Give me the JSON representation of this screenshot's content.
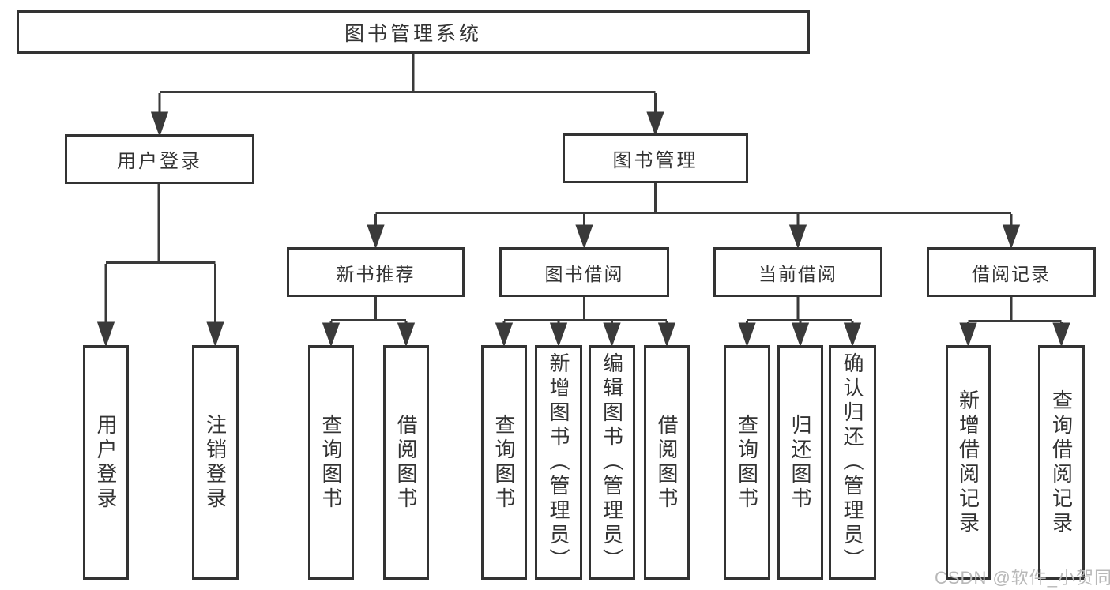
{
  "watermark": {
    "text": "CSDN @软件_小贺同学"
  },
  "colors": {
    "line": "#3a3a3a",
    "box_border": "#333333",
    "box_bg": "#ffffff",
    "text": "#333333",
    "watermark": "#b8b8b8",
    "background": "#ffffff"
  },
  "tree": {
    "root": {
      "label": "图书管理系统",
      "children": [
        {
          "label": "用户登录",
          "children": [
            {
              "label": "用户登录"
            },
            {
              "label": "注销登录"
            }
          ]
        },
        {
          "label": "图书管理",
          "children": [
            {
              "label": "新书推荐",
              "children": [
                {
                  "label": "查询图书"
                },
                {
                  "label": "借阅图书"
                }
              ]
            },
            {
              "label": "图书借阅",
              "children": [
                {
                  "label": "查询图书"
                },
                {
                  "label": "新增图书（管理员）"
                },
                {
                  "label": "编辑图书（管理员）"
                },
                {
                  "label": "借阅图书"
                }
              ]
            },
            {
              "label": "当前借阅",
              "children": [
                {
                  "label": "查询图书"
                },
                {
                  "label": "归还图书"
                },
                {
                  "label": "确认归还（管理员）"
                }
              ]
            },
            {
              "label": "借阅记录",
              "children": [
                {
                  "label": "新增借阅记录"
                },
                {
                  "label": "查询借阅记录"
                }
              ]
            }
          ]
        }
      ]
    }
  }
}
